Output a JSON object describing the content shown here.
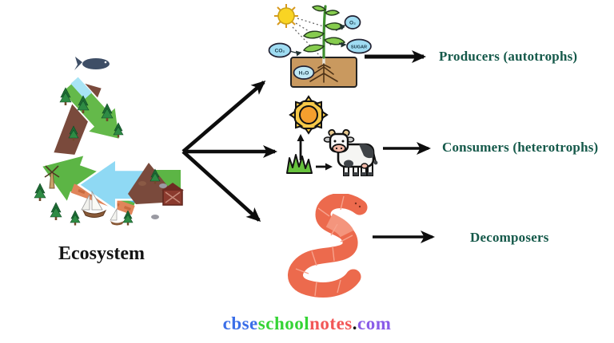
{
  "diagram": {
    "root_label": "Ecosystem",
    "branches": [
      {
        "label": "Producers (autotrophs)",
        "icon": "photosynthesis-plant"
      },
      {
        "label": "Consumers (heterotrophs)",
        "icon": "sun-grass-cow-food-chain"
      },
      {
        "label": "Decomposers",
        "icon": "earthworm"
      }
    ],
    "label_color": "#15594A",
    "arrow_color": "#0D0D0D"
  },
  "photosynthesis_labels": {
    "co2": "CO₂",
    "o2": "O₂",
    "sugar": "SUGAR",
    "h2o": "H₂O"
  },
  "watermark": {
    "segments": [
      {
        "text": "cbse",
        "color": "#3A6EE8"
      },
      {
        "text": "school",
        "color": "#35D435"
      },
      {
        "text": "notes",
        "color": "#F25757"
      },
      {
        "text": ".",
        "color": "#111111"
      },
      {
        "text": "com",
        "color": "#8A5CE8"
      }
    ]
  }
}
